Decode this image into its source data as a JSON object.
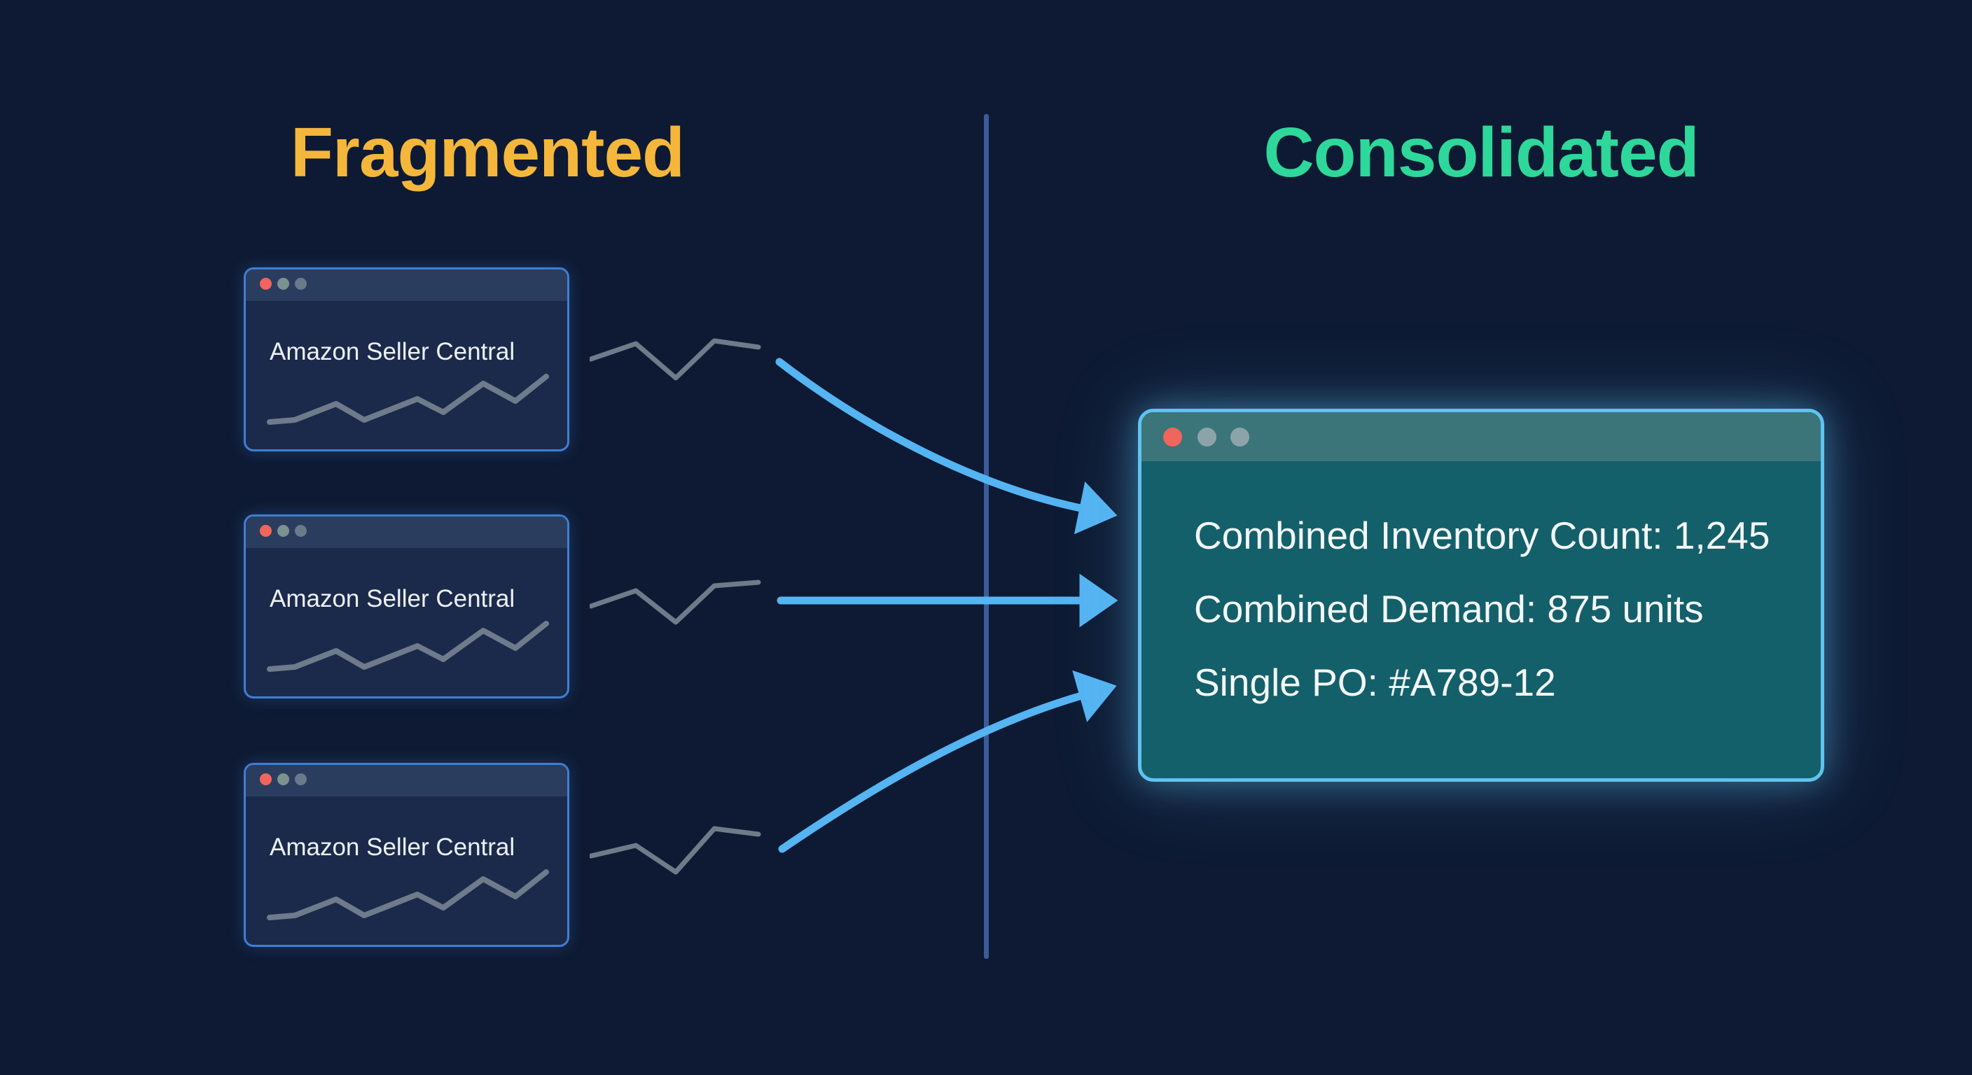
{
  "titles": {
    "left": "Fragmented",
    "right": "Consolidated"
  },
  "source_windows": [
    {
      "title": "Amazon Seller Central"
    },
    {
      "title": "Amazon Seller Central"
    },
    {
      "title": "Amazon Seller Central"
    }
  ],
  "consolidated_window": {
    "lines": [
      "Combined Inventory Count: 1,245",
      "Combined Demand: 875 units",
      "Single PO: #A789-12"
    ]
  },
  "colors": {
    "background": "#0E1A33",
    "left_title": "#F5B73B",
    "right_title": "#2ED79A",
    "source_window_border": "#3F7ED2",
    "source_window_titlebar": "#2B3D5F",
    "source_window_body": "#1B2A4B",
    "consolidated_border": "#5FC3F1",
    "consolidated_titlebar": "#3B7579",
    "consolidated_body": "#14606A",
    "arrow": "#55B4F2",
    "divider": "#3A5C9C",
    "sparkline": "#6E7B8A",
    "dot_red": "#F2655C",
    "dot_gray": "#697A8B",
    "dot_muted": "#7D928F",
    "text_light": "#F4F7F9"
  }
}
